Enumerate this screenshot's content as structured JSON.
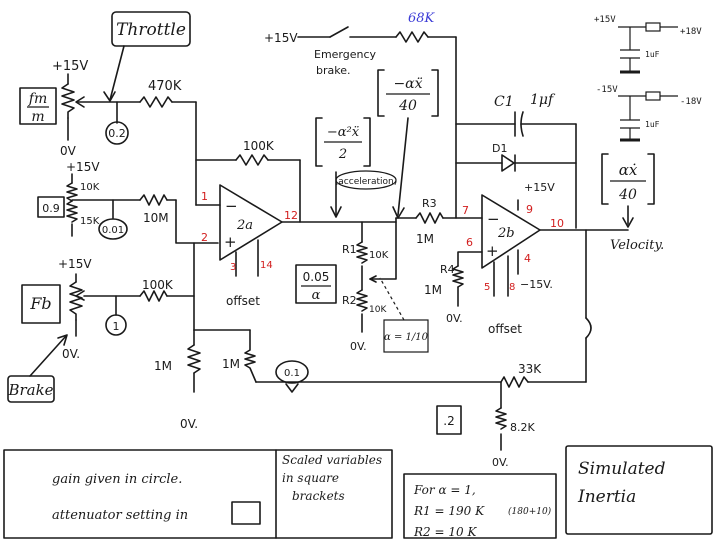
{
  "throttle": {
    "title": "Throttle",
    "supply": "+15V",
    "pot_label_top": "fm",
    "pot_label_bottom": "m",
    "ground": "0V",
    "gain": "0.2",
    "resistor": "470K"
  },
  "offset_pot": {
    "supply": "+15V",
    "r_top": "10K",
    "r_bottom": "15K",
    "attenuator": "0.9",
    "gain": "0.01",
    "resistor": "10M"
  },
  "brake": {
    "supply": "+15V",
    "pot_label": "Fb",
    "ground": "0V.",
    "gain": "1",
    "resistor": "100K",
    "label": "Brake"
  },
  "summer": {
    "feedback": "100K",
    "name": "2a",
    "pins": {
      "inv": "1",
      "noninv": "2",
      "out": "12",
      "off1": "3",
      "off2": "14"
    },
    "offset_label": "offset",
    "ground_res": "1M",
    "ground": "0V."
  },
  "emergency": {
    "supply": "+15V",
    "label_line1": "Emergency",
    "label_line2": "brake.",
    "resistor": "68K"
  },
  "scaled": {
    "accel_expr_num": "−α²ẍ",
    "accel_expr_den": "2",
    "accel_note": "(acceleration)",
    "alpha_expr_num": "−αẍ",
    "alpha_expr_den": "40",
    "attenuator_num": "0.05",
    "attenuator_den": "α",
    "velocity_num": "αẋ",
    "velocity_den": "40",
    "velocity_label": "Velocity."
  },
  "divider": {
    "r1": "R1",
    "r1_val": "10K",
    "r2": "R2",
    "r2_val": "10K",
    "alpha_note": "α = 1/10",
    "ground": "0V."
  },
  "integrator": {
    "cap": "C1",
    "cap_val": "1μf",
    "diode": "D1",
    "r3": "R3",
    "r3_val": "1M",
    "r4": "R4",
    "r4_val": "1M",
    "name": "2b",
    "supply_pos": "+15V",
    "supply_neg": "−15V.",
    "pins": {
      "inv": "7",
      "noninv": "6",
      "out": "10",
      "vpos": "9",
      "vneg": "4",
      "off1": "5",
      "off2": "8"
    },
    "offset_label": "offset",
    "ground": "0V."
  },
  "feedback": {
    "res_1m": "1M",
    "gain": "0.1",
    "res_33k": "33K",
    "res_8k2": "8.2K",
    "attenuator": ".2",
    "ground": "0V."
  },
  "decoupling": {
    "top_left": "+15V",
    "top_right": "+18V",
    "bottom_left": "-15V",
    "bottom_right": "-18V",
    "cap1": "1uF",
    "cap2": "1uF"
  },
  "legend": {
    "circle_note": "gain given in circle.",
    "square_note": "attenuator setting in",
    "scaled_line1": "Scaled variables",
    "scaled_line2": "in square",
    "scaled_line3": "brackets",
    "formula_line1": "For α = 1,",
    "formula_line2": "R1 = 190 K",
    "formula_note": "(180+10)",
    "formula_line3": "R2 = 10 K",
    "title_line1": "Simulated",
    "title_line2": "Inertia"
  }
}
